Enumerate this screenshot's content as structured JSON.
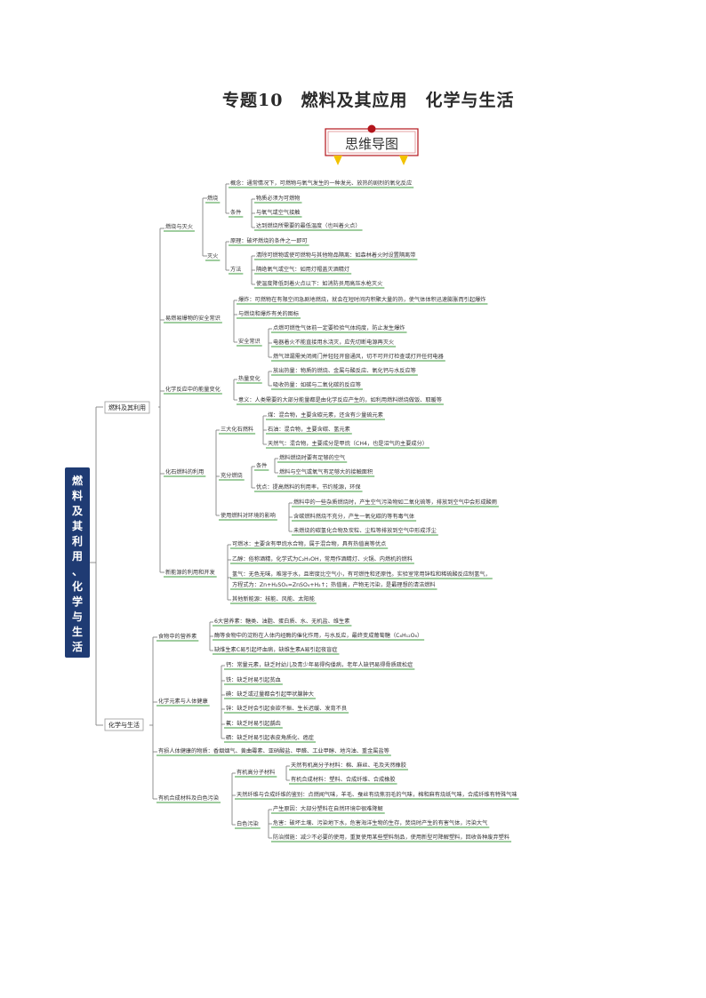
{
  "title": "专题10　燃料及其应用　化学与生活",
  "badge": "思维导图",
  "root": "燃料及其利用、化学与生活",
  "branches": {
    "fuel": "燃料及其利用",
    "life": "化学与生活"
  },
  "labels": {
    "combust_extinguish": "燃烧与灭火",
    "combustion": "燃烧",
    "concept": "概念：通常情况下，可燃物与氧气发生的一种发光、放热的剧烈的氧化反应",
    "conditions": "条件",
    "cond1": "物质必须为可燃物",
    "cond2": "与氧气或空气接触",
    "cond3": "达到燃烧所需要的最低温度（也叫着火点）",
    "extinguish": "灭火",
    "principle": "原理：破坏燃烧的条件之一即可",
    "methods": "方法",
    "m1": "清除可燃物或使可燃物与其他物品隔离：如森林着火时设置隔离带",
    "m2": "隔绝氧气或空气：如用灯帽盖灭酒精灯",
    "m3": "使温度降低到着火点以下：如消防员用高压水枪灭火",
    "safety_title": "易燃易爆物的安全常识",
    "explosion": "爆炸：可燃物在有限空间急剧地燃烧，就会在短时间内积聚大量的热，使气体体积迅速膨胀而引起爆炸",
    "signs": "与燃烧和爆炸有关的图标",
    "safety": "安全常识",
    "s1": "点燃可燃性气体前一定要检验气体纯度，防止发生爆炸",
    "s2": "电器着火不能直接用水浇灭，应先切断电源再灭火",
    "s3": "燃气泄漏需关闭阀门并轻轻开窗通风，切不可开灯检查或打开任何电器",
    "energy_change": "化学反应中的能量变化",
    "heat_change": "热量变化",
    "h1": "放出热量：物质的燃烧、金属与酸反应、氧化钙与水反应等",
    "h2": "吸收热量：如碳与二氧化碳的反应等",
    "meaning": "意义：人类需要的大部分能量都是由化学反应产生的，如利用燃料燃烧做饭、取暖等",
    "fossil_title": "化石燃料的利用",
    "three_fossil": "三大化石燃料",
    "coal": "煤：混合物，主要含碳元素，还含有少量硫元素",
    "oil": "石油：混合物，主要含碳、氢元素",
    "gas": "天然气：混合物，主要成分是甲烷（CH4，也是沼气的主要成分）",
    "full_combust": "充分燃烧",
    "conditions2": "条件",
    "f1": "燃料燃烧时要有足够的空气",
    "f2": "燃料与空气或氧气有足够大的接触面积",
    "advantage": "优点：提高燃料的利用率，节约能源，环保",
    "env_impact": "使用燃料对环境的影响",
    "e1": "燃料中的一些杂质燃烧时，产生空气污染物如二氧化硫等，排放到空气中会形成酸雨",
    "e2": "含碳燃料燃烧不充分，产生一氧化碳的等有毒气体",
    "e3": "未燃烧的碳氢化合物及炭粒、尘粒等排放到空气中形成浮尘",
    "new_energy": "新能源的利用和开发",
    "n1": "可燃冰：主要含有甲烷水合物，属于混合物，具有热值高等优点",
    "n2": "乙醇：俗称酒精，化学式为C₂H₅OH，常用作酒精灯、火锅、内燃机的燃料",
    "n3": "氢气：无色无味，难溶于水，且密度比空气小，有可燃性和还原性。实验室常用锌粒和稀硫酸反应制氢气，",
    "n3b": "方程式为：Zn+H₂SO₄=ZnSO₄+H₂↑；热值高，产物无污染，是最理想的清洁燃料",
    "n4": "其他新能源：核能、风能、太阳能",
    "nutrients": "食物中的营养素",
    "nu1": "6大营养素：糖类、油脂、蛋白质、水、无机盐、维生素",
    "nu2": "酶等食物中的淀粉在人体内经酶的催化作用，与水反应，最终变成葡萄糖（C₆H₁₂O₆）",
    "nu3": "缺维生素C易引起坏血病，缺维生素A易引起夜盲症",
    "elements": "化学元素与人体健康",
    "el1": "钙：常量元素，缺乏时幼儿及青少年易得佝偻病，老年人缺钙易得骨质疏松症",
    "el2": "铁：缺乏时易引起贫血",
    "el3": "碘：缺乏或过量都会引起甲状腺肿大",
    "el4": "锌：缺乏时会引起食欲不振、生长迟缓、发育不良",
    "el5": "氟：缺乏时易引起龋齿",
    "el6": "硒：缺乏时易引起表皮角质化、癌症",
    "harmful": "有损人体健康的物质：香烟烟气、黄曲霉素、亚硝酸盐、甲醛、工业甲醇、地沟油、重金属盐等",
    "materials": "有机合成材料及白色污染",
    "polymer": "有机高分子材料",
    "p1": "天然有机高分子材料：棉、麻丝、毛及天然橡胶",
    "p2": "有机合成材料：塑料、合成纤维、合成橡胶",
    "fiber": "天然纤维与合成纤维的鉴别：点燃闻气味，羊毛、蚕丝有烧焦羽毛的气味，棉和麻有烧纸气味，合成纤维有特殊气味",
    "white": "白色污染",
    "w1": "产生原因：大部分塑料在自然环境中很难降解",
    "w2": "危害：破坏土壤、污染地下水，危害海洋生物的生存，焚烧时产生的有害气体，污染大气",
    "w3": "防治措施：减少不必要的使用，重复使用某些塑料制品，使用新型可降解塑料，回收各种废弃塑料"
  },
  "colors": {
    "underline": "#3f9b3f",
    "line": "#777777",
    "root_bg": "#1f3b73",
    "badge_red": "#b3151b",
    "badge_gold": "#f2c200"
  }
}
